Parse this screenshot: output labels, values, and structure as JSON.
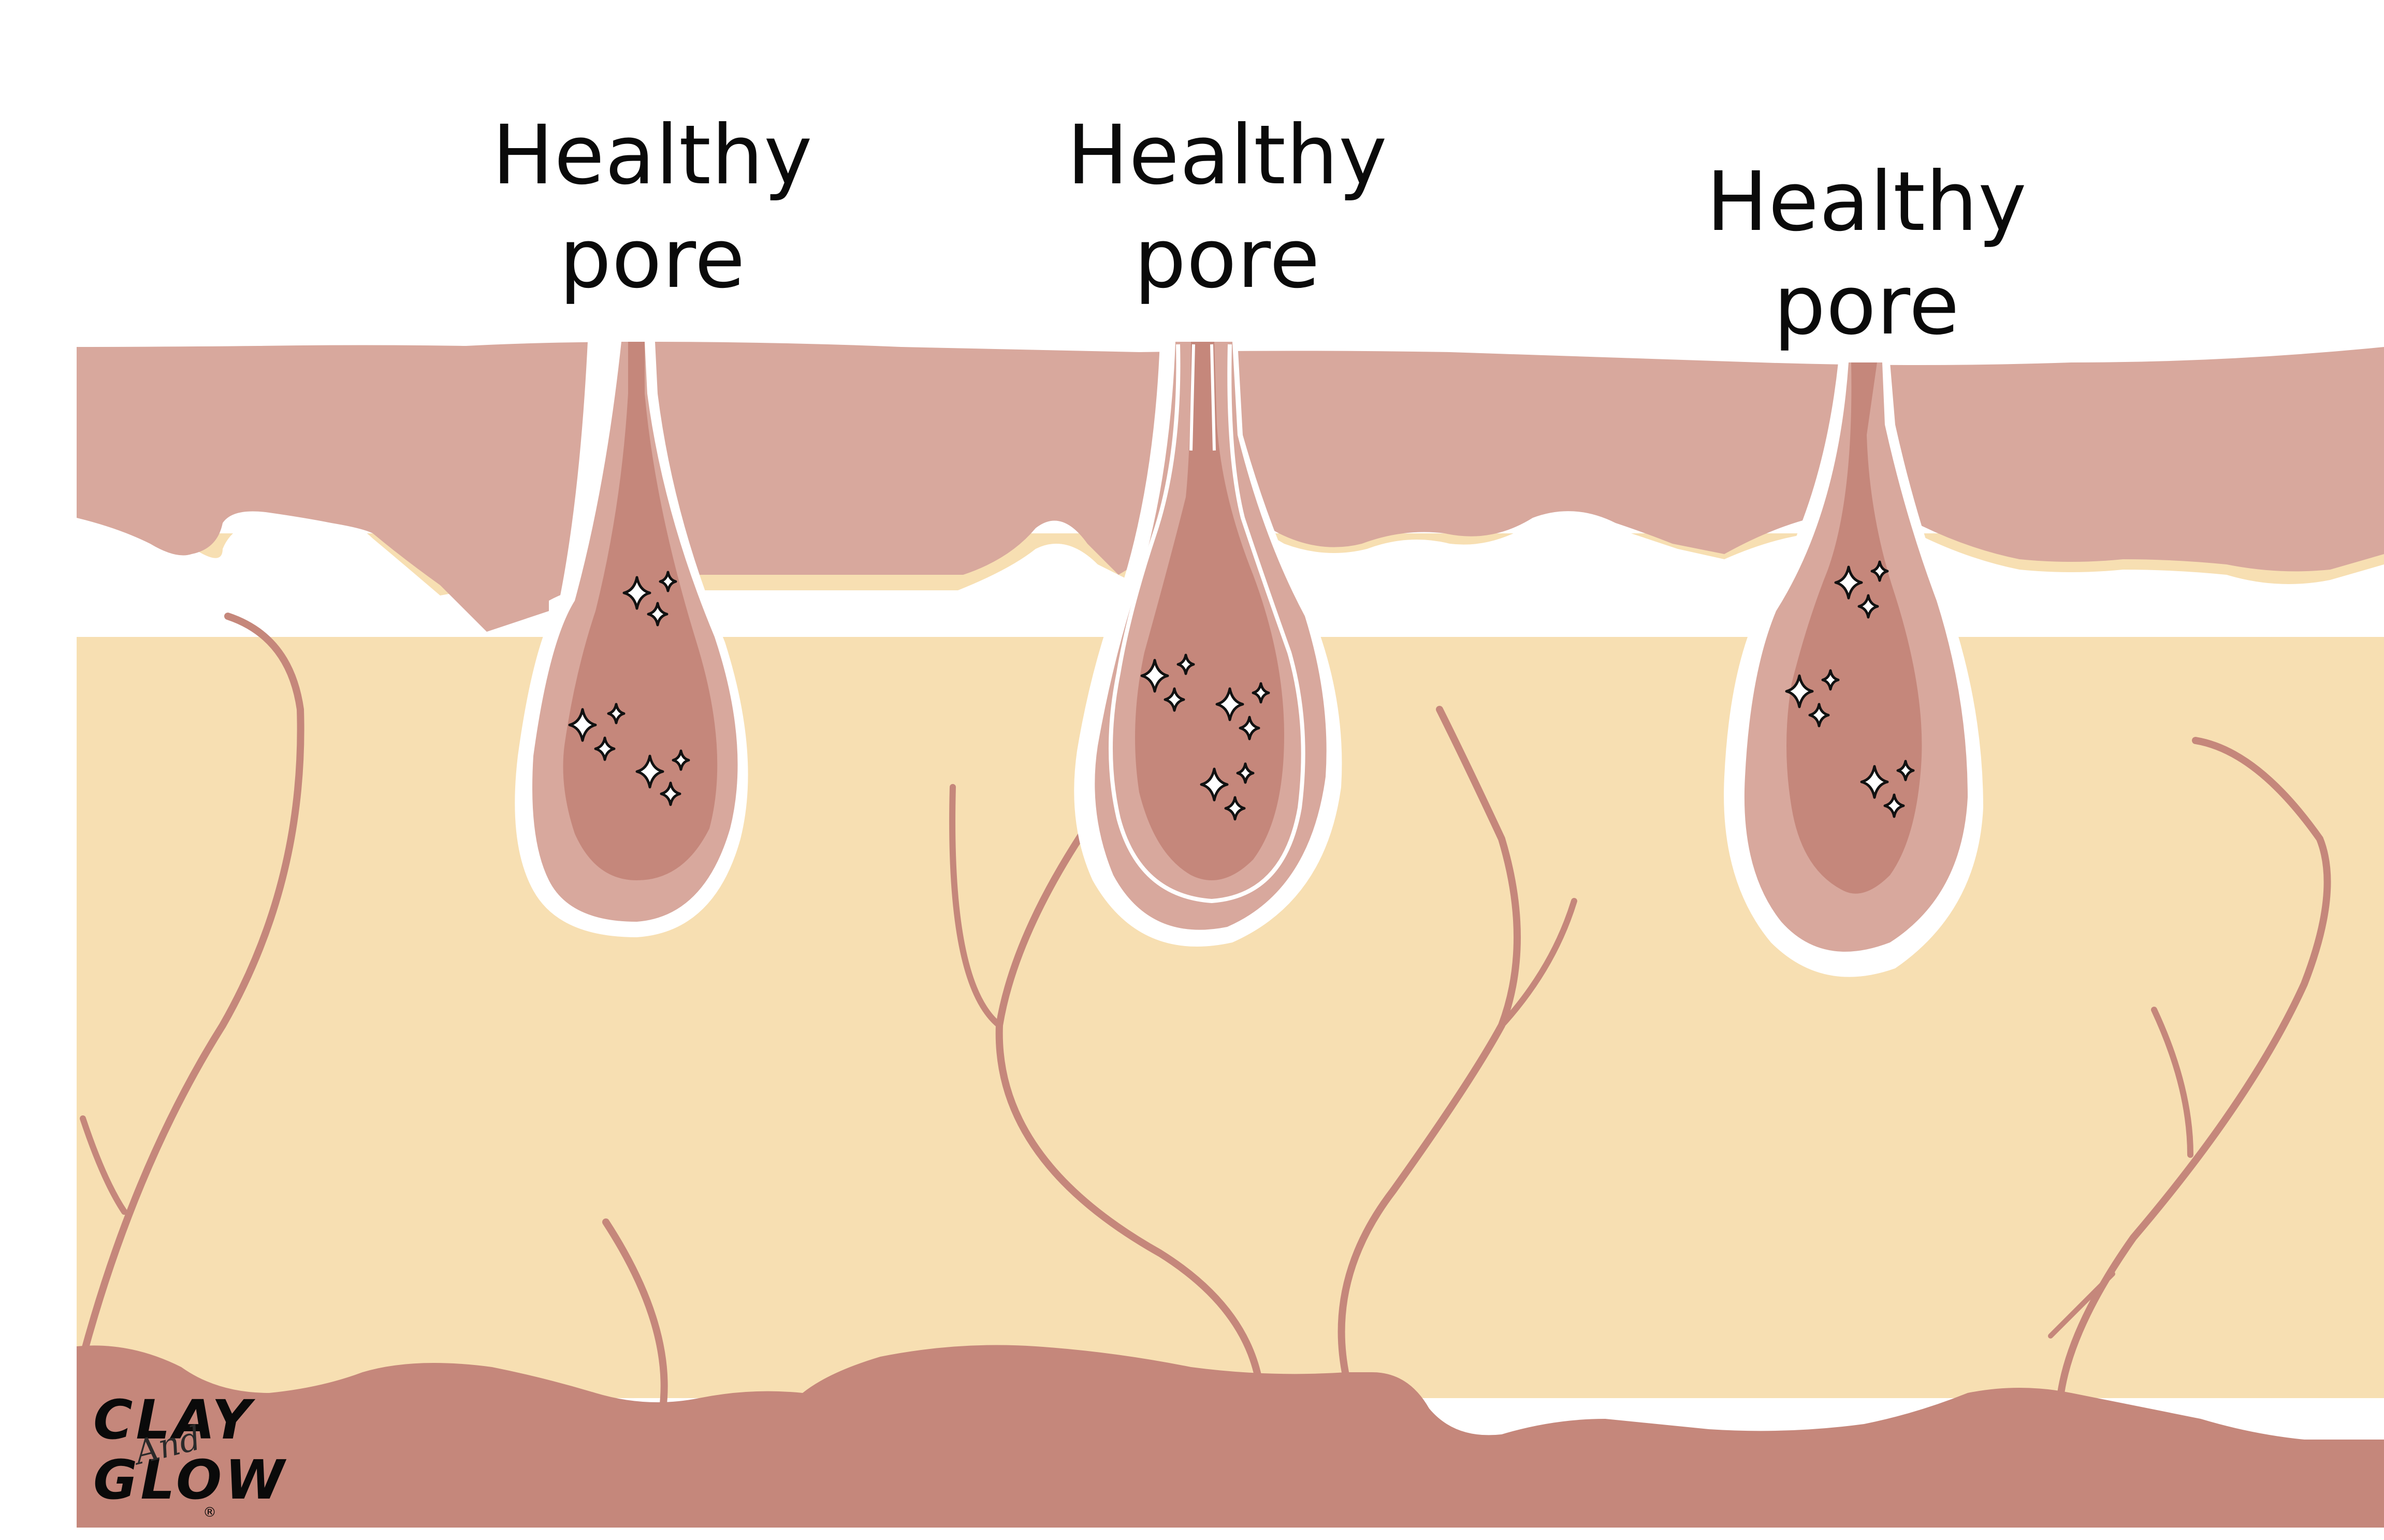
{
  "labels": [
    {
      "line1": "Healthy",
      "line2": "pore"
    },
    {
      "line1": "Healthy",
      "line2": "pore"
    },
    {
      "line1": "Healthy",
      "line2": "pore"
    }
  ],
  "brand": {
    "word1": "CLAY",
    "word2": "And",
    "word3": "GLOW",
    "mark": "®"
  },
  "colors": {
    "epidermis": "#d8a89d",
    "dermis": "#f7dfb2",
    "follicle_inner": "#c5877b",
    "base_layer": "#c5877b",
    "vessel": "#c5877b",
    "sparkle": "#111111"
  },
  "icons": [
    "sparkle-icon"
  ]
}
